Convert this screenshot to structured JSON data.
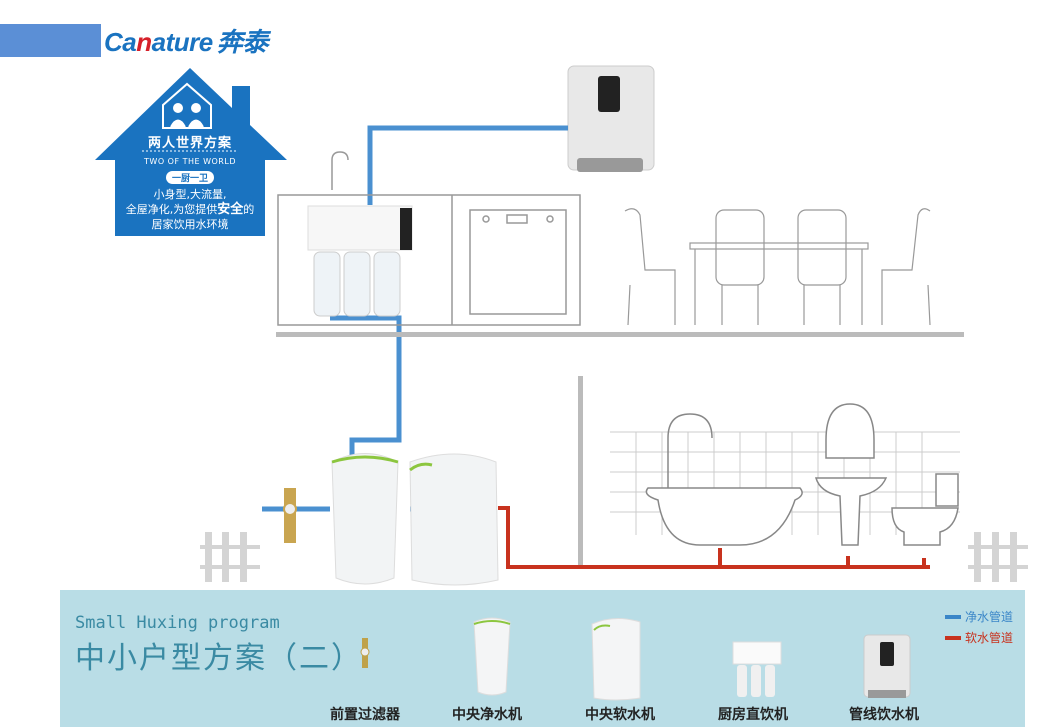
{
  "brand": {
    "name_latin_pre": "Ca",
    "name_latin_red": "n",
    "name_latin_post": "ature",
    "name_cn": "奔泰",
    "color": "#1a73c0",
    "accent": "#d6202a"
  },
  "house_card": {
    "title": "两人世界方案",
    "subtitle": "TWO OF THE WORLD",
    "badge": "一厨一卫",
    "desc_line1": "小身型,大流量,",
    "desc_line2_pre": "全屋净化,为您提供",
    "desc_line2_bold": "安全",
    "desc_line2_post": "的",
    "desc_line3": "居家饮用水环境"
  },
  "panel": {
    "title_en": "Small Huxing program",
    "title_cn": "中小户型方案（二）",
    "products": [
      {
        "label": "前置过滤器",
        "icon": "prefilter-icon"
      },
      {
        "label": "中央净水机",
        "icon": "central-purifier-icon"
      },
      {
        "label": "中央软水机",
        "icon": "central-softener-icon"
      },
      {
        "label": "厨房直饮机",
        "icon": "kitchen-ro-icon"
      },
      {
        "label": "管线饮水机",
        "icon": "pipeline-dispenser-icon"
      }
    ],
    "legend": [
      {
        "label": "净水管道",
        "color": "#3a86c8"
      },
      {
        "label": "软水管道",
        "color": "#c8321e"
      }
    ]
  },
  "colors": {
    "pure_pipe": "#4a90d0",
    "soft_pipe": "#c8321e",
    "panel_bg": "#b9dde6",
    "house_blue": "#1a73c0"
  }
}
